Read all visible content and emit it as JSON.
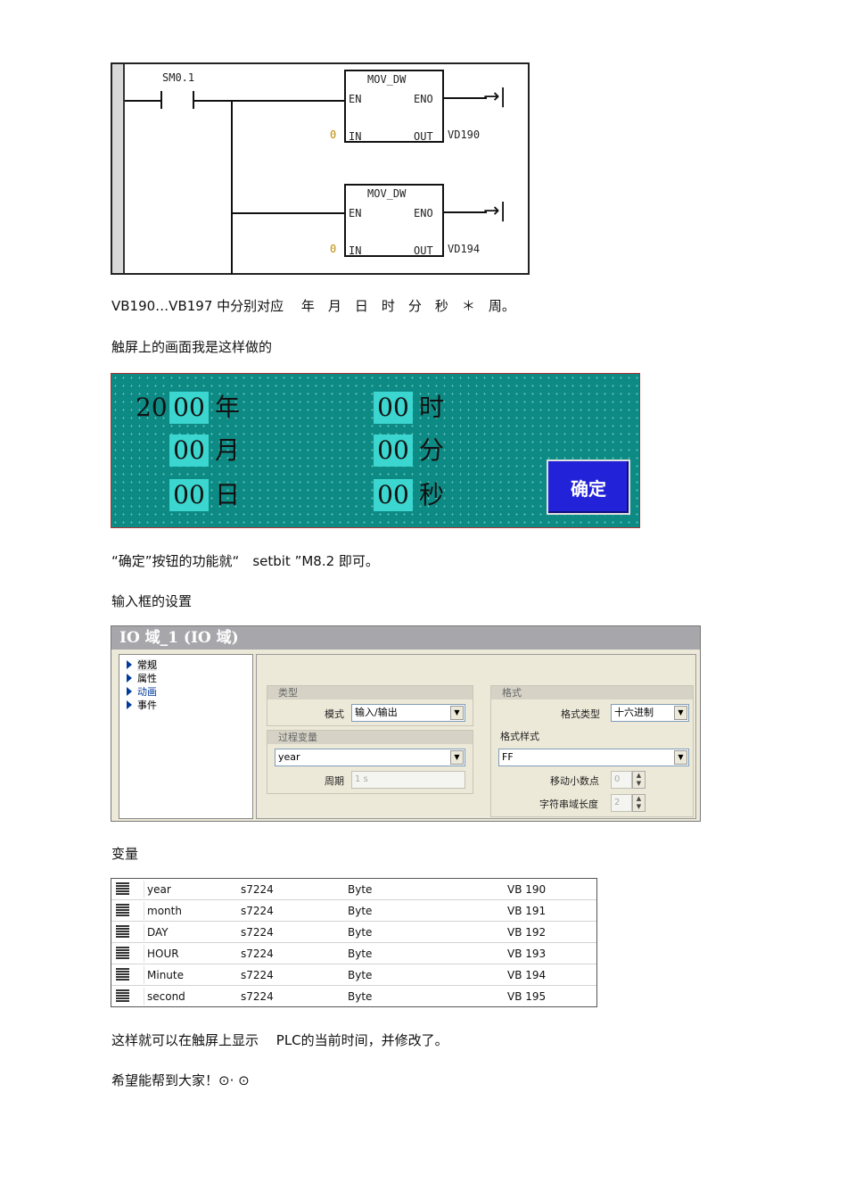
{
  "ladder": {
    "contact_label": "SM0.1",
    "blocks": [
      {
        "name": "MOV_DW",
        "en": "EN",
        "eno": "ENO",
        "in_label": "IN",
        "in_value": "0",
        "out_label": "OUT",
        "out_value": "VD190"
      },
      {
        "name": "MOV_DW",
        "en": "EN",
        "eno": "ENO",
        "in_label": "IN",
        "in_value": "0",
        "out_label": "OUT",
        "out_value": "VD194"
      }
    ],
    "coil_glyph": "→|"
  },
  "text": {
    "line1": "VB190…VB197 中分别对应　 年　月　日　时　分　秒　＊　周。",
    "line2": "触屏上的画面我是这样做的",
    "line3": "“确定”按钮的功能就“　setbit ”M8.2 即可。",
    "line4": "输入框的设置",
    "line5": "变量",
    "line6": "这样就可以在触屏上显示　 PLC的当前时间，并修改了。",
    "line7": "希望能帮到大家！⊙· ⊙"
  },
  "hmi": {
    "year_prefix": "20",
    "fields": {
      "year": "00",
      "month": "00",
      "day": "00",
      "hour": "00",
      "minute": "00",
      "second": "00"
    },
    "units": {
      "year": "年",
      "month": "月",
      "day": "日",
      "hour": "时",
      "minute": "分",
      "second": "秒"
    },
    "confirm_label": "确定",
    "colors": {
      "background": "#0e8a84",
      "field": "#3ad6cf",
      "button": "#2222d8"
    }
  },
  "dialog": {
    "title": "IO 域_1 (IO 域)",
    "tree": [
      "常规",
      "属性",
      "动画",
      "事件"
    ],
    "type_group": {
      "header": "类型",
      "mode_label": "模式",
      "mode_value": "输入/输出"
    },
    "process_group": {
      "header": "过程变量",
      "variable": "year",
      "cycle_label": "周期",
      "cycle_value": "1 s"
    },
    "format_group": {
      "header": "格式",
      "format_type_label": "格式类型",
      "format_type_value": "十六进制",
      "format_style_label": "格式样式",
      "format_style_value": "FF",
      "decimal_label": "移动小数点",
      "decimal_value": "0",
      "length_label": "字符串域长度",
      "length_value": "2"
    }
  },
  "variables": [
    {
      "name": "year",
      "connection": "s7224",
      "type": "Byte",
      "address": "VB 190"
    },
    {
      "name": "month",
      "connection": "s7224",
      "type": "Byte",
      "address": "VB 191"
    },
    {
      "name": "DAY",
      "connection": "s7224",
      "type": "Byte",
      "address": "VB 192"
    },
    {
      "name": "HOUR",
      "connection": "s7224",
      "type": "Byte",
      "address": "VB 193"
    },
    {
      "name": "Minute",
      "connection": "s7224",
      "type": "Byte",
      "address": "VB 194"
    },
    {
      "name": "second",
      "connection": "s7224",
      "type": "Byte",
      "address": "VB 195"
    }
  ]
}
